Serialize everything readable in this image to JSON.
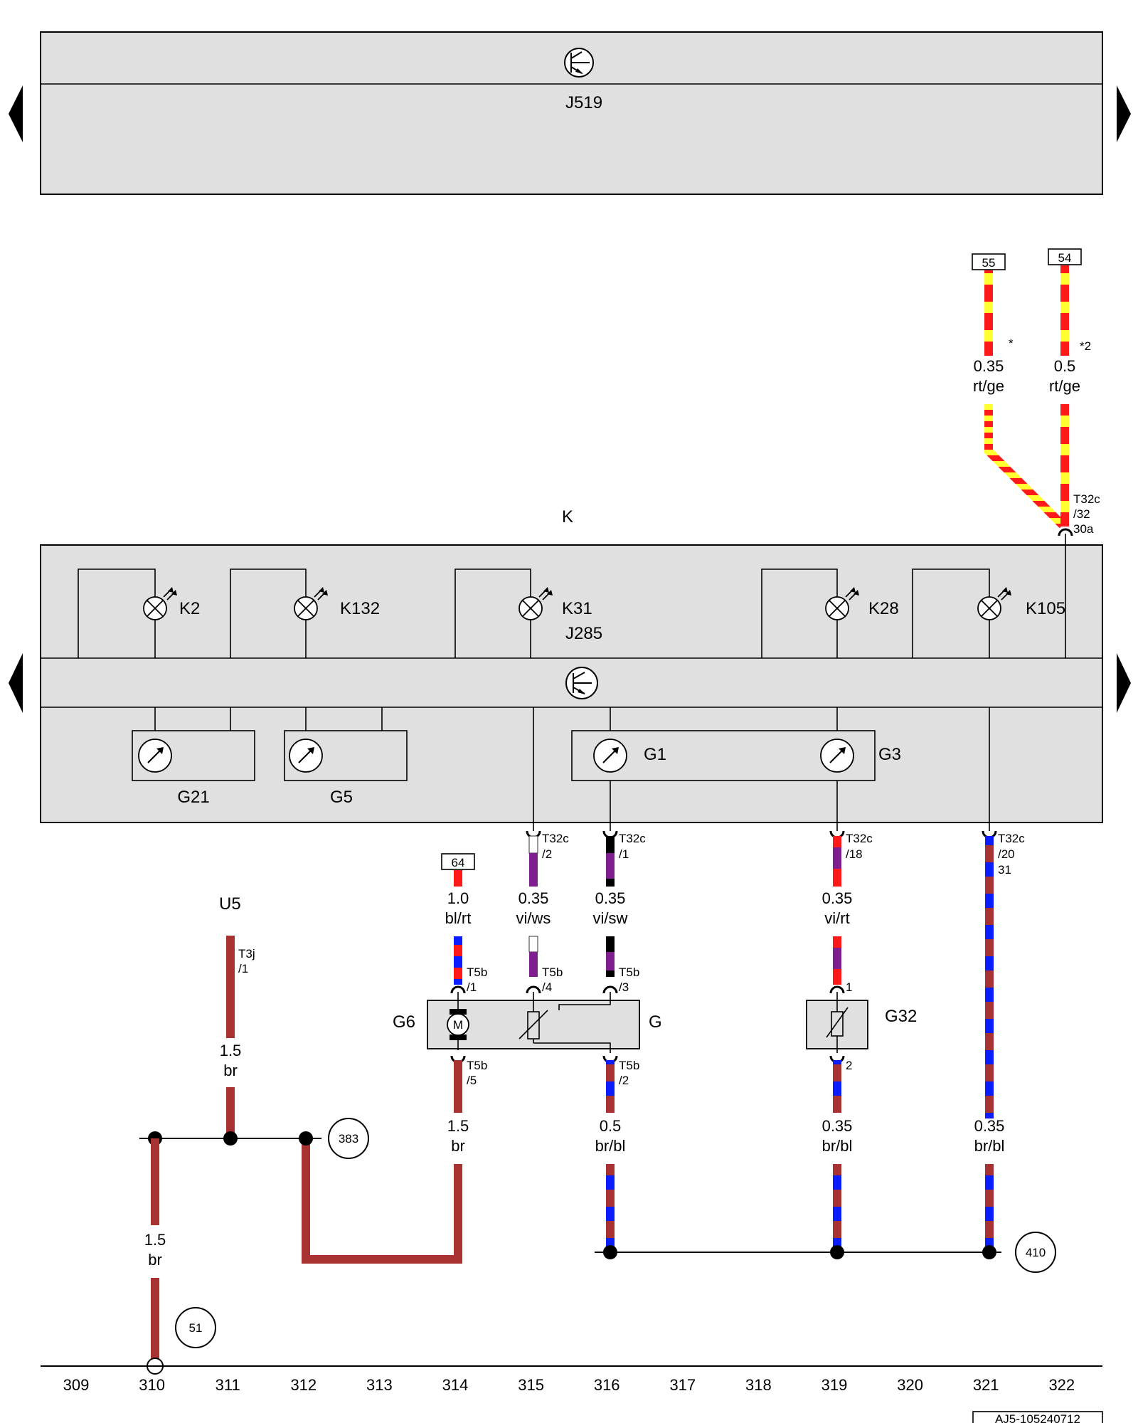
{
  "colors": {
    "rt": "#ff1a1a",
    "ge": "#ffff33",
    "bl": "#0a1dff",
    "br": "#a83232",
    "vi": "#7f1f8f",
    "ws": "#ffffff",
    "sw": "#000000",
    "panel": "#e0e0e0"
  },
  "modules": {
    "j519_label": "J519",
    "k_label": "K",
    "j285_label": "J285"
  },
  "lamps": [
    {
      "id": "K2",
      "label": "K2",
      "icon": "warning-lamp-icon"
    },
    {
      "id": "K132",
      "label": "K132",
      "icon": "warning-lamp-icon"
    },
    {
      "id": "K31",
      "label": "K31",
      "icon": "warning-lamp-icon"
    },
    {
      "id": "K28",
      "label": "K28",
      "icon": "warning-lamp-icon"
    },
    {
      "id": "K105",
      "label": "K105",
      "icon": "warning-lamp-icon"
    }
  ],
  "gauges": [
    {
      "id": "G21",
      "label": "G21",
      "icon": "gauge-icon"
    },
    {
      "id": "G5",
      "label": "G5",
      "icon": "gauge-icon"
    },
    {
      "id": "G1",
      "label": "G1",
      "icon": "gauge-icon"
    },
    {
      "id": "G3",
      "label": "G3",
      "icon": "gauge-icon"
    }
  ],
  "components": {
    "u5": "U5",
    "g6": "G6",
    "g": "G",
    "g32": "G32",
    "motor_symbol": "M"
  },
  "ref_boxes": {
    "b55": "55",
    "b54": "54",
    "b64": "64"
  },
  "wires": {
    "w_55": {
      "size": "0.35",
      "color": "rt/ge",
      "note": "*"
    },
    "w_54": {
      "size": "0.5",
      "color": "rt/ge",
      "note": "*2"
    },
    "w_314_top": {
      "size": "1.0",
      "color": "bl/rt"
    },
    "w_315": {
      "size": "0.35",
      "color": "vi/ws"
    },
    "w_316_top": {
      "size": "0.35",
      "color": "vi/sw"
    },
    "w_319_top": {
      "size": "0.35",
      "color": "vi/rt"
    },
    "w_311": {
      "size": "1.5",
      "color": "br"
    },
    "w_310": {
      "size": "1.5",
      "color": "br"
    },
    "w_314_bot": {
      "size": "1.5",
      "color": "br"
    },
    "w_316_bot": {
      "size": "0.5",
      "color": "br/bl"
    },
    "w_319_bot": {
      "size": "0.35",
      "color": "br/bl"
    },
    "w_321": {
      "size": "0.35",
      "color": "br/bl"
    }
  },
  "pins": {
    "p_32": {
      "conn": "T32c",
      "pin": "/32",
      "term": "30a"
    },
    "p_315": {
      "conn": "T32c",
      "pin": "/2"
    },
    "p_316": {
      "conn": "T32c",
      "pin": "/1"
    },
    "p_319": {
      "conn": "T32c",
      "pin": "/18"
    },
    "p_321": {
      "conn": "T32c",
      "pin": "/20",
      "term": "31"
    },
    "p_t3j": {
      "conn": "T3j",
      "pin": "/1"
    },
    "p_t5b1": {
      "conn": "T5b",
      "pin": "/1"
    },
    "p_t5b4": {
      "conn": "T5b",
      "pin": "/4"
    },
    "p_t5b3": {
      "conn": "T5b",
      "pin": "/3"
    },
    "p_t5b5": {
      "conn": "T5b",
      "pin": "/5"
    },
    "p_t5b2": {
      "conn": "T5b",
      "pin": "/2"
    },
    "p_g32_1": {
      "pin": "1"
    },
    "p_g32_2": {
      "pin": "2"
    }
  },
  "refs": {
    "r383": "383",
    "r410": "410",
    "r51": "51"
  },
  "columns": [
    "309",
    "310",
    "311",
    "312",
    "313",
    "314",
    "315",
    "316",
    "317",
    "318",
    "319",
    "320",
    "321",
    "322"
  ],
  "footer_code": "AJ5-105240712",
  "nav": {
    "left_icon": "nav-left-arrow-icon",
    "right_icon": "nav-right-arrow-icon"
  }
}
